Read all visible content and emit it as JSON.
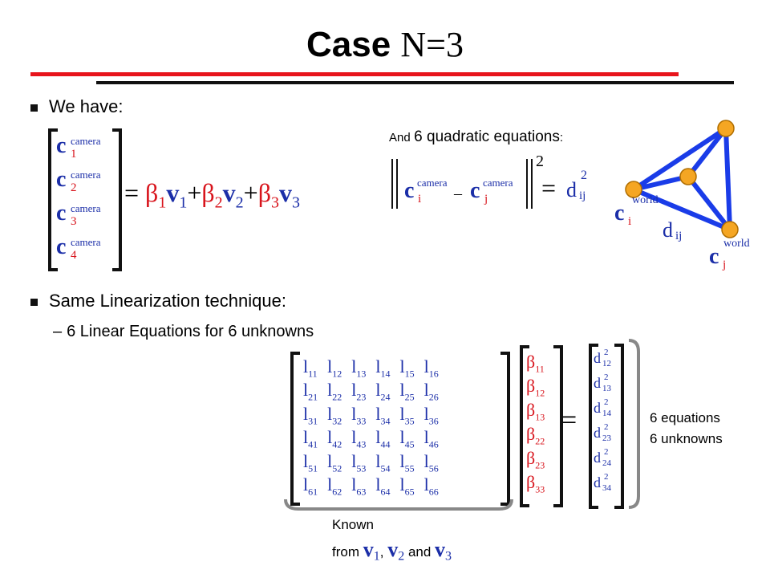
{
  "title": {
    "bold": "Case",
    "rest": "N=3"
  },
  "bullets": {
    "we_have": "We have:",
    "same_lin": "Same Linearization technique:",
    "sub_item": "6 Linear Equations for 6 unknowns"
  },
  "camera_vector": {
    "sup": "camera",
    "letter": "c",
    "indices": [
      "1",
      "2",
      "3",
      "4"
    ]
  },
  "combo": {
    "eq": "=",
    "beta": "β",
    "v": "v",
    "plus": "+",
    "idx": [
      "1",
      "2",
      "3"
    ]
  },
  "quad": {
    "label_and": "And",
    "label_rest": "6 quadratic equations",
    "label_colon": ":",
    "sup": "camera",
    "i": "i",
    "j": "j",
    "c": "c",
    "minus": "–",
    "exp": "2",
    "eq": "=",
    "d": "d",
    "ij": "ij"
  },
  "diagram": {
    "ci": "c",
    "ci_sub": "i",
    "ci_sup": "world",
    "dij": "d",
    "dij_sub": "ij",
    "cj": "c",
    "cj_sub": "j",
    "cj_sup": "world",
    "colors": {
      "edge": "#1a3ce8",
      "node": "#f5a623"
    }
  },
  "matrix": {
    "l": "l",
    "rows": [
      [
        "11",
        "12",
        "13",
        "14",
        "15",
        "16"
      ],
      [
        "21",
        "22",
        "23",
        "24",
        "25",
        "26"
      ],
      [
        "31",
        "32",
        "33",
        "34",
        "35",
        "36"
      ],
      [
        "41",
        "42",
        "43",
        "44",
        "45",
        "46"
      ],
      [
        "51",
        "52",
        "53",
        "54",
        "55",
        "56"
      ],
      [
        "61",
        "62",
        "63",
        "64",
        "65",
        "66"
      ]
    ],
    "beta_idx": [
      "11",
      "12",
      "13",
      "22",
      "23",
      "33"
    ],
    "eq": "=",
    "d_idx": [
      "12",
      "13",
      "14",
      "23",
      "24",
      "34"
    ],
    "d_exp": "2"
  },
  "notes": {
    "eq_line1": "6 equations",
    "eq_line2": "6 unknowns",
    "known": "Known",
    "from": "from",
    "v1": "v",
    "v1_idx": "1",
    "comma": ",",
    "v2": "v",
    "v2_idx": "2",
    "and": "and",
    "v3": "v",
    "v3_idx": "3"
  }
}
